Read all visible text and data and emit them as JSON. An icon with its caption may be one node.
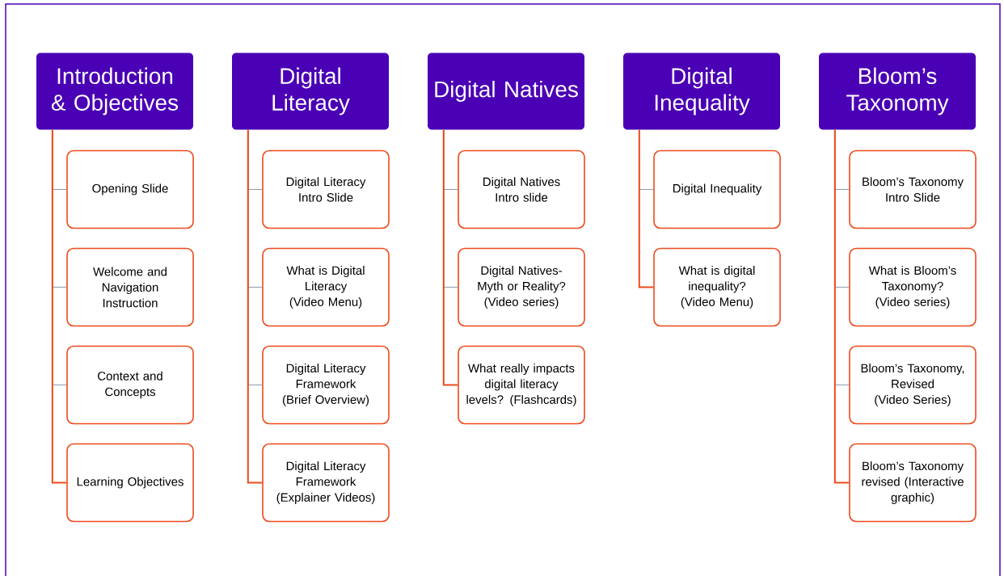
{
  "diagram": {
    "nodes": [
      {
        "text": [
          "Introduction & Objectives"
        ]
      },
      {
        "text": [
          "Opening Slide"
        ]
      },
      {
        "text": [
          "Welcome and Navigation Instruction"
        ]
      },
      {
        "text": [
          "Context and Concepts"
        ]
      },
      {
        "text": [
          "Learning Objectives"
        ]
      },
      {
        "text": [
          "Digital Literacy"
        ]
      },
      {
        "text": [
          "Digital Literacy Intro Slide"
        ]
      },
      {
        "text": [
          "What is Digital Literacy (Video Menu)"
        ]
      },
      {
        "text": [
          "Digital Literacy Framework (Brief Overview)"
        ]
      },
      {
        "text": [
          "Digital Literacy Framework (Explainer Videos)"
        ]
      },
      {
        "text": [
          "Digital Natives"
        ]
      },
      {
        "text": [
          "Digital Natives Intro slide"
        ]
      },
      {
        "text": [
          "Digital Natives- Myth or Reality? (Video series)"
        ]
      },
      {
        "text": [
          "What really impacts digital literacy levels? (Flashcards)"
        ]
      },
      {
        "text": [
          "Digital Inequality"
        ]
      },
      {
        "text": [
          "Digital Inequality"
        ]
      },
      {
        "text": [
          "What is digital inequality? (Video Menu)"
        ]
      },
      {
        "text": [
          "Bloom’s Taxonomy"
        ]
      },
      {
        "text": [
          "Bloom’s Taxonomy Intro Slide"
        ]
      },
      {
        "text": [
          "What is Bloom’s Taxonomy? (Video series)"
        ]
      },
      {
        "text": [
          "Bloom’s Taxonomy, Revised (Video Series)"
        ]
      },
      {
        "text": [
          "Bloom’s Taxonomy revised (Interactive graphic)"
        ]
      }
    ],
    "edges": [
      {
        "from": 0,
        "to": 1,
        "arrow": "none"
      },
      {
        "from": 0,
        "to": 2,
        "arrow": "none"
      },
      {
        "from": 0,
        "to": 3,
        "arrow": "none"
      },
      {
        "from": 0,
        "to": 4,
        "arrow": "none",
        "color": "#ee4a1c"
      },
      {
        "from": 5,
        "to": 6,
        "arrow": "none"
      },
      {
        "from": 5,
        "to": 7,
        "arrow": "none"
      },
      {
        "from": 5,
        "to": 8,
        "arrow": "none"
      },
      {
        "from": 5,
        "to": 9,
        "arrow": "none",
        "color": "#ee4a1c"
      },
      {
        "from": 10,
        "to": 11,
        "arrow": "none"
      },
      {
        "from": 10,
        "to": 12,
        "arrow": "none"
      },
      {
        "from": 10,
        "to": 13,
        "arrow": "none",
        "color": "#ee4a1c"
      },
      {
        "from": 14,
        "to": 15,
        "arrow": "none"
      },
      {
        "from": 14,
        "to": 16,
        "arrow": "none",
        "color": "#ee4a1c"
      },
      {
        "from": 17,
        "to": 18,
        "arrow": "none"
      },
      {
        "from": 17,
        "to": 19,
        "arrow": "none"
      },
      {
        "from": 17,
        "to": 20,
        "arrow": "none"
      },
      {
        "from": 17,
        "to": 21,
        "arrow": "none",
        "color": "#ee4a1c"
      }
    ]
  }
}
